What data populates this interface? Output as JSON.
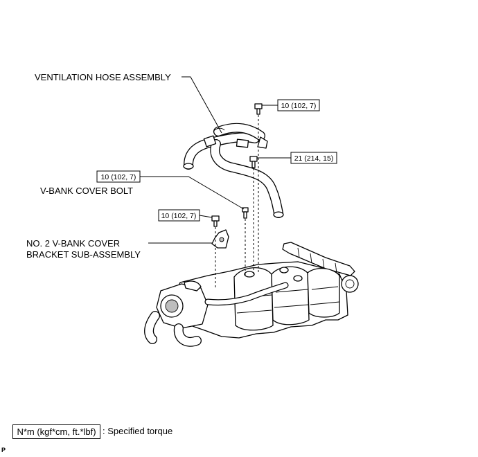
{
  "labels": {
    "ventilation_hose": "VENTILATION HOSE ASSEMBLY",
    "vbank_cover_bolt": "V-BANK COVER BOLT",
    "bracket_line1": "NO. 2 V-BANK COVER",
    "bracket_line2": "BRACKET SUB-ASSEMBLY"
  },
  "torques": {
    "top_bolt": "10 (102, 7)",
    "hose_bolt": "21 (214, 15)",
    "vbank_bolt": "10 (102, 7)",
    "bracket_bolt": "10 (102, 7)"
  },
  "legend": {
    "unit_box": "N*m (kgf*cm, ft.*lbf)",
    "description": ": Specified torque"
  },
  "page_code": "P"
}
